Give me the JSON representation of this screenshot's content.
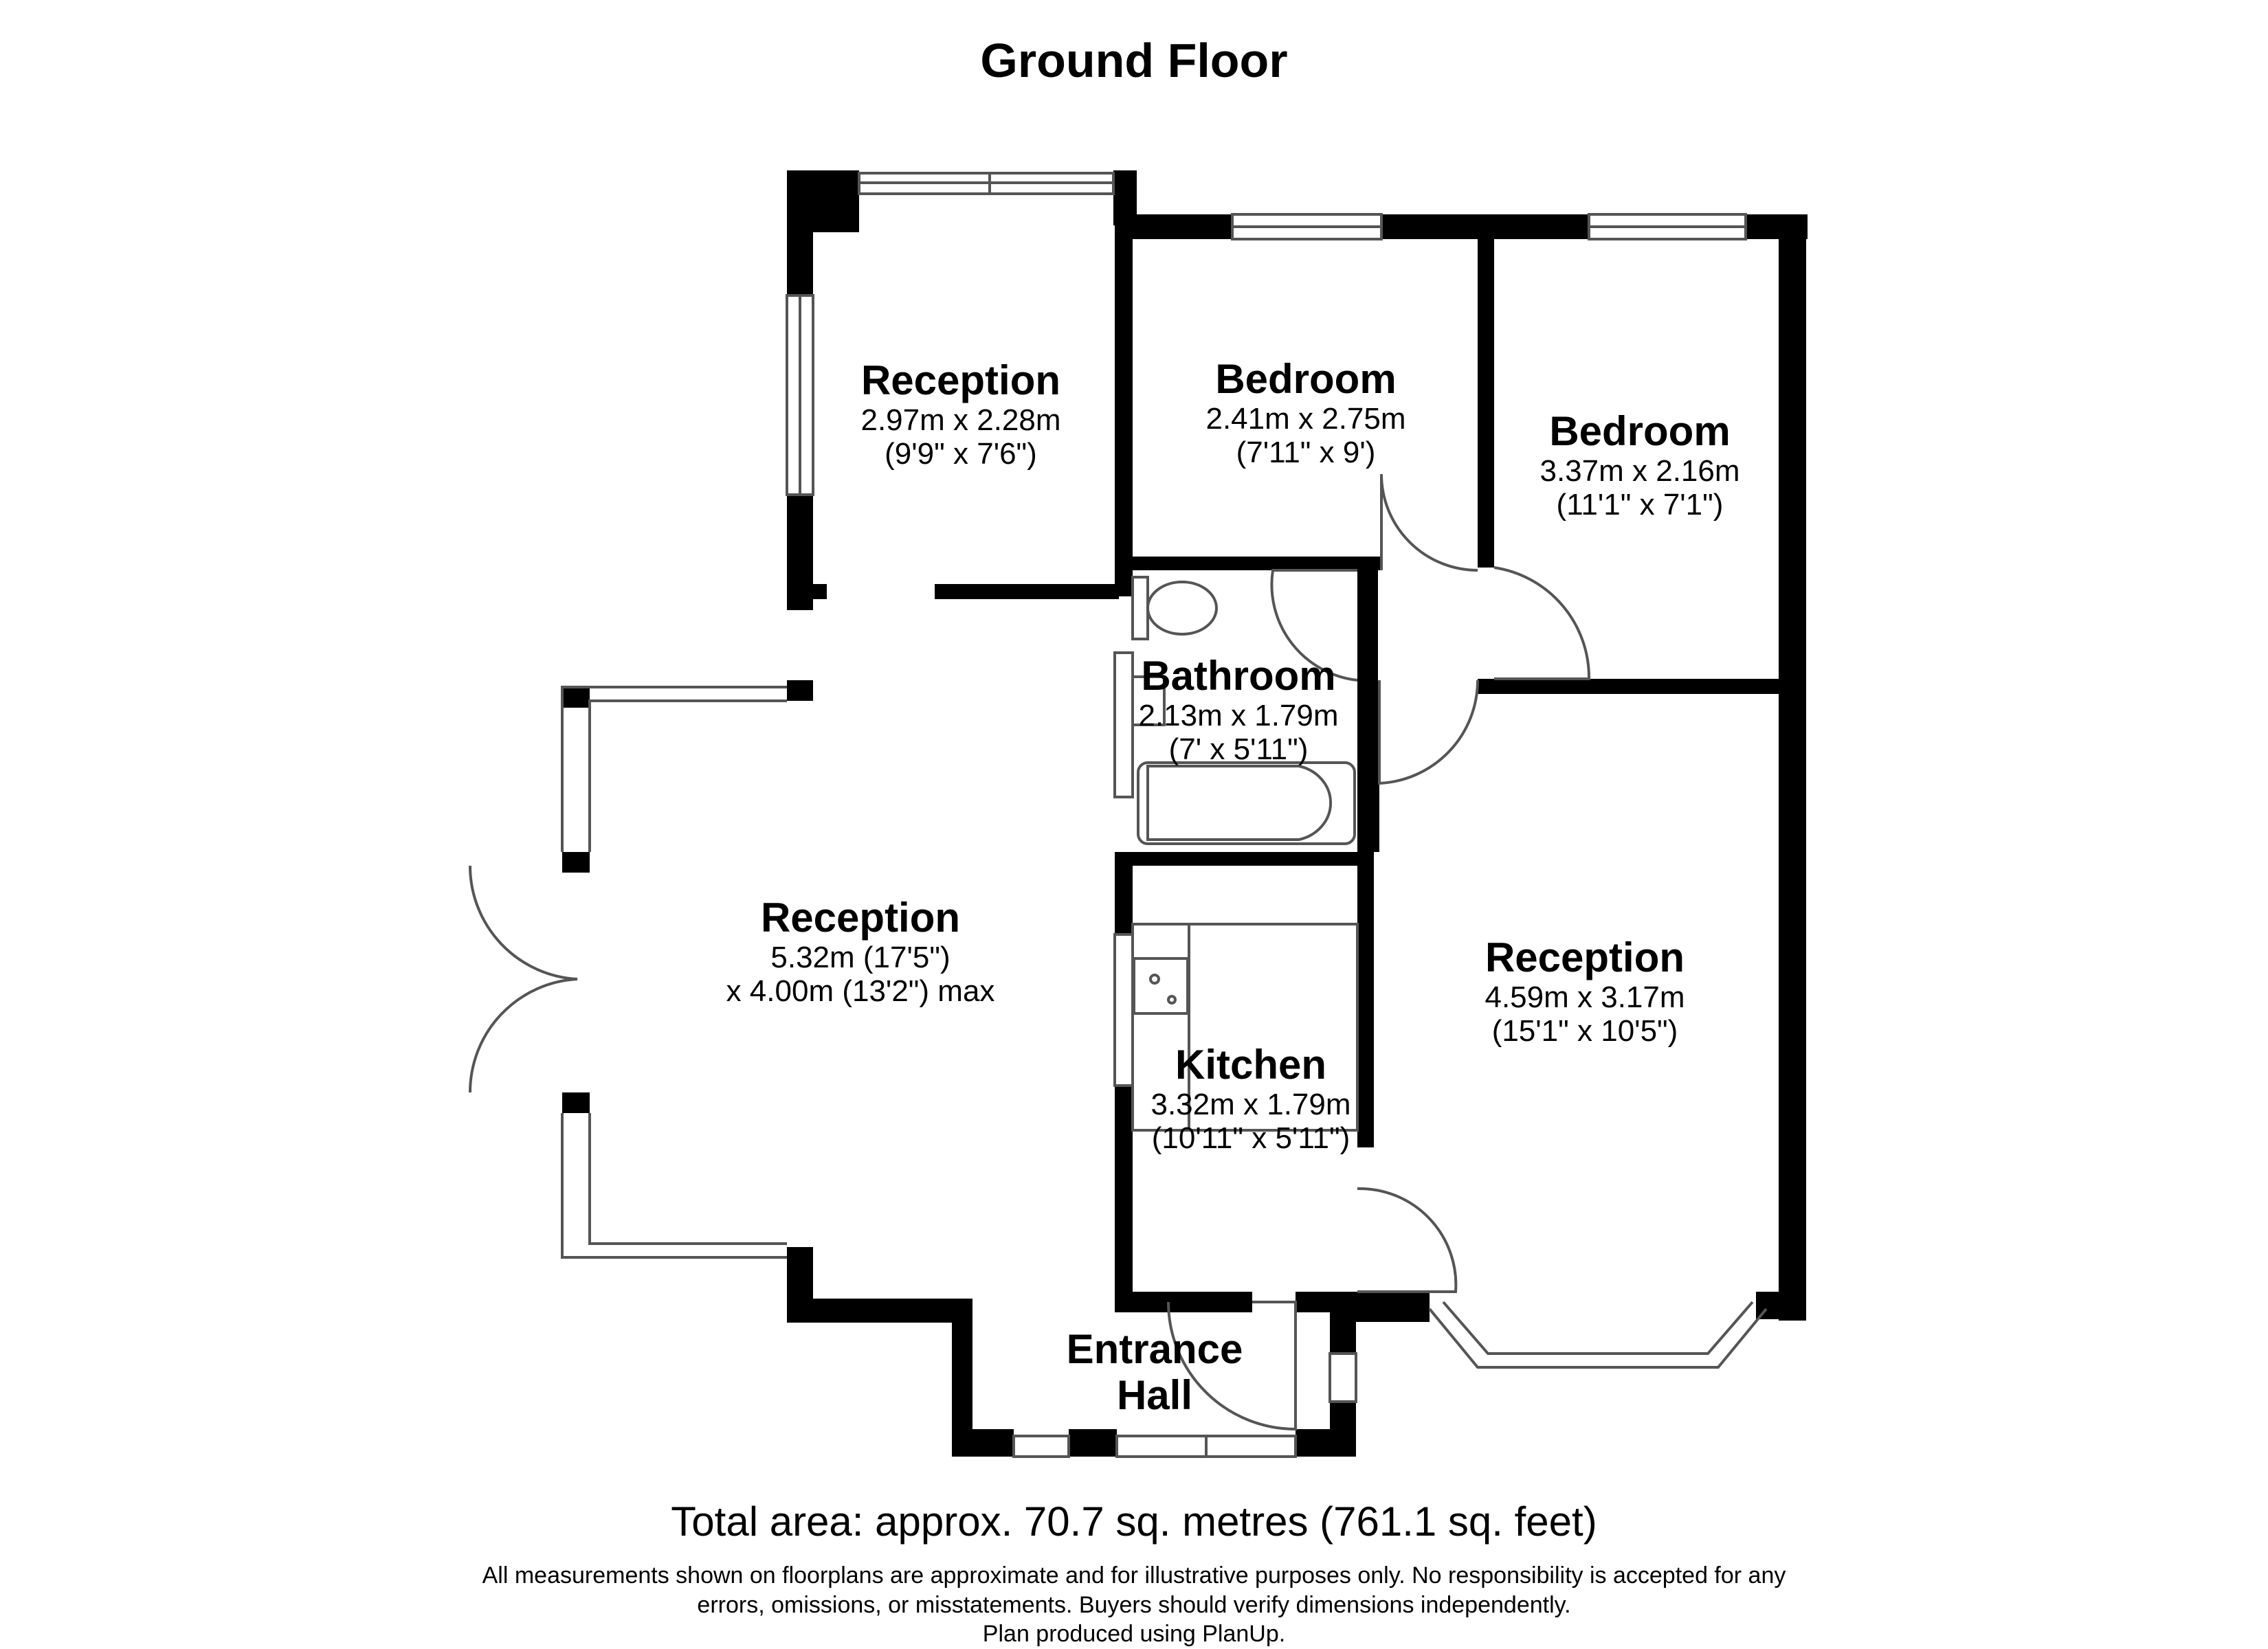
{
  "title": "Ground Floor",
  "rooms": {
    "reception_top": {
      "name": "Reception",
      "dim1": "2.97m x 2.28m",
      "dim2": "(9'9\" x 7'6\")"
    },
    "bedroom_1": {
      "name": "Bedroom",
      "dim1": "2.41m x 2.75m",
      "dim2": "(7'11\" x 9')"
    },
    "bedroom_2": {
      "name": "Bedroom",
      "dim1": "3.37m x 2.16m",
      "dim2": "(11'1\" x 7'1\")"
    },
    "bathroom": {
      "name": "Bathroom",
      "dim1": "2.13m x 1.79m",
      "dim2": "(7' x 5'11\")"
    },
    "reception_main": {
      "name": "Reception",
      "dim1": "5.32m (17'5\")",
      "dim2": "x 4.00m (13'2\") max"
    },
    "kitchen": {
      "name": "Kitchen",
      "dim1": "3.32m x 1.79m",
      "dim2": "(10'11\" x 5'11\")"
    },
    "reception_right": {
      "name": "Reception",
      "dim1": "4.59m x 3.17m",
      "dim2": "(15'1\" x 10'5\")"
    },
    "entrance_hall": {
      "name1": "Entrance",
      "name2": "Hall"
    }
  },
  "total_area": "Total area: approx. 70.7 sq. metres (761.1 sq. feet)",
  "disclaimer": {
    "line1": "All measurements shown on floorplans are approximate and for illustrative purposes only. No responsibility is accepted for any",
    "line2": "errors, omissions, or misstatements. Buyers should verify dimensions independently.",
    "line3": "Plan produced using PlanUp."
  },
  "colors": {
    "wall": "#000000",
    "fixture_stroke": "#555555",
    "background": "#ffffff"
  }
}
